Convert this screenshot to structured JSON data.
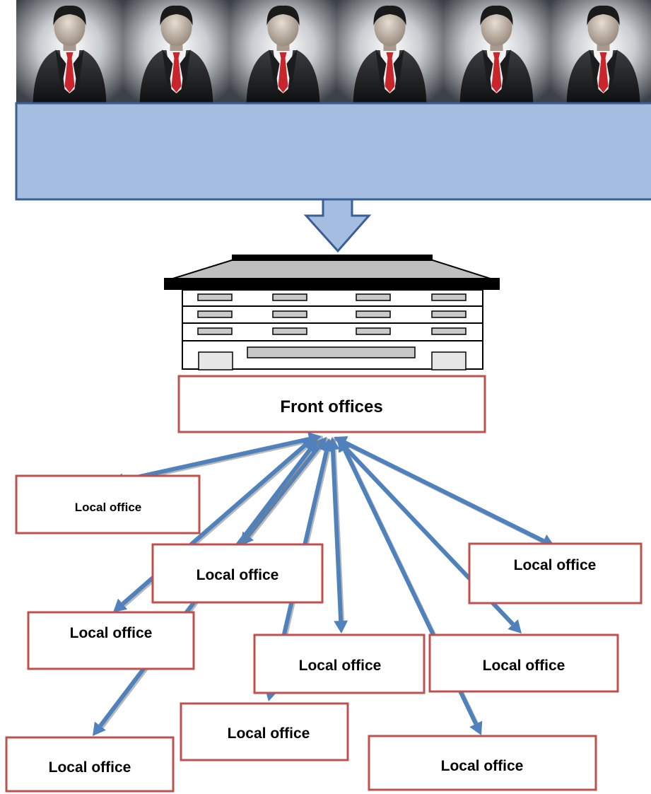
{
  "people_count": 6,
  "hub": {
    "label": "Front offices"
  },
  "offices": [
    {
      "label": "Local office"
    },
    {
      "label": "Local office"
    },
    {
      "label": "Local office"
    },
    {
      "label": "Local office"
    },
    {
      "label": "Local office"
    },
    {
      "label": "Local office"
    },
    {
      "label": "Local office"
    },
    {
      "label": "Local office"
    },
    {
      "label": "Local office"
    }
  ],
  "colors": {
    "banner_fill": "#a4bde0",
    "banner_stroke": "#3a5f94",
    "box_stroke": "#c0504d",
    "arrow": "#4f81bd",
    "arrow_shadow": "#7f7f7f"
  }
}
